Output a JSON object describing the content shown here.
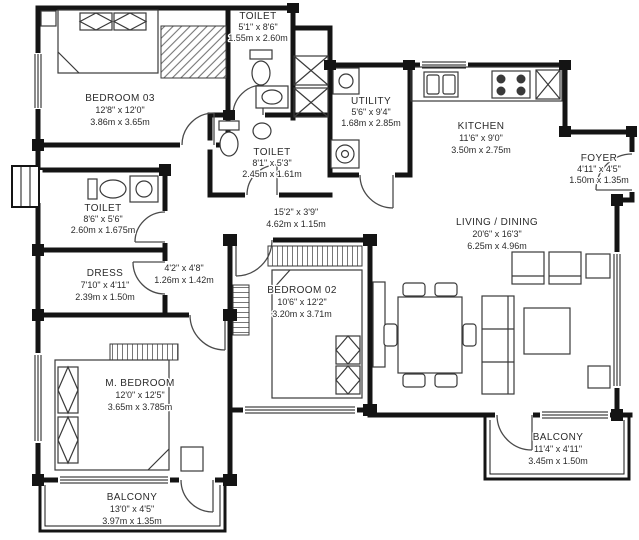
{
  "rooms": {
    "bedroom03": {
      "name": "BEDROOM 03",
      "dim_ft": "12'8\" x 12'0\"",
      "dim_m": "3.86m x 3.65m"
    },
    "toilet_top": {
      "name": "TOILET",
      "dim_ft": "5'1\" x 8'6\"",
      "dim_m": "1.55m x 2.60m"
    },
    "utility": {
      "name": "UTILITY",
      "dim_ft": "5'6\" x 9'4\"",
      "dim_m": "1.68m x 2.85m"
    },
    "kitchen": {
      "name": "KITCHEN",
      "dim_ft": "11'6\" x 9'0\"",
      "dim_m": "3.50m x 2.75m"
    },
    "foyer": {
      "name": "FOYER",
      "dim_ft": "4'11\" x 4'5\"",
      "dim_m": "1.50m x 1.35m"
    },
    "toilet_mid": {
      "name": "TOILET",
      "dim_ft": "8'1\" x 5'3\"",
      "dim_m": "2.45m x 1.61m"
    },
    "toilet_left": {
      "name": "TOILET",
      "dim_ft": "8'6\" x 5'6\"",
      "dim_m": "2.60m x 1.675m"
    },
    "passage": {
      "dim_ft": "15'2\" x 3'9\"",
      "dim_m": "4.62m x 1.15m"
    },
    "living_dining": {
      "name": "LIVING / DINING",
      "dim_ft": "20'6\" x 16'3\"",
      "dim_m": "6.25m x 4.96m"
    },
    "dress": {
      "name": "DRESS",
      "dim_ft": "7'10\" x 4'11\"",
      "dim_m": "2.39m x 1.50m"
    },
    "corridor": {
      "dim_ft": "4'2\" x 4'8\"",
      "dim_m": "1.26m x 1.42m"
    },
    "bedroom02": {
      "name": "BEDROOM 02",
      "dim_ft": "10'6\" x 12'2\"",
      "dim_m": "3.20m x 3.71m"
    },
    "master_bedroom": {
      "name": "M. BEDROOM",
      "dim_ft": "12'0\" x 12'5\"",
      "dim_m": "3.65m x 3.785m"
    },
    "balcony_left": {
      "name": "BALCONY",
      "dim_ft": "13'0\" x 4'5\"",
      "dim_m": "3.97m x 1.35m"
    },
    "balcony_right": {
      "name": "BALCONY",
      "dim_ft": "11'4\" x 4'11\"",
      "dim_m": "3.45m x 1.50m"
    }
  },
  "colors": {
    "wall": "#141414",
    "fixture_line": "#3a3a3a",
    "hatch": "#777777",
    "text": "#2b2b2b",
    "background": "#ffffff"
  }
}
